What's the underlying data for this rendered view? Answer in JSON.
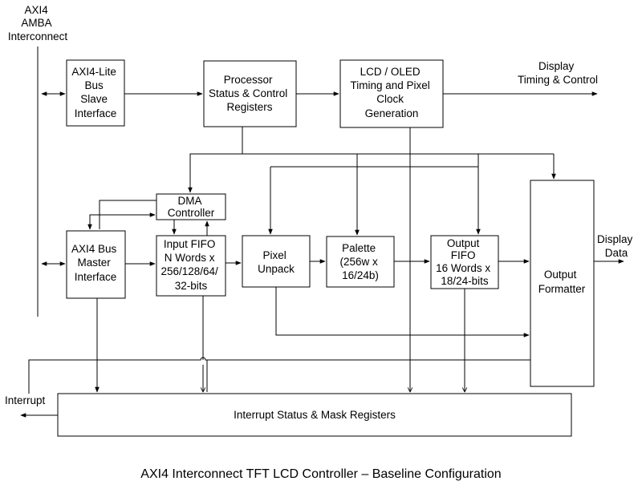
{
  "axi_label": [
    "AXI4",
    "AMBA",
    "Interconnect"
  ],
  "blocks": {
    "axi_lite": [
      "AXI4-Lite",
      "Bus",
      "Slave",
      "Interface"
    ],
    "processor": [
      "Processor",
      "Status & Control",
      "Registers"
    ],
    "lcd_timing": [
      "LCD / OLED",
      "Timing and Pixel",
      "Clock",
      "Generation"
    ],
    "dma": [
      "DMA",
      "Controller"
    ],
    "axi_master": [
      "AXI4 Bus",
      "Master",
      "Interface"
    ],
    "input_fifo": [
      "Input FIFO",
      "N Words x",
      "256/128/64/",
      "32-bits"
    ],
    "pixel_unpack": [
      "Pixel",
      "Unpack"
    ],
    "palette": [
      "Palette",
      "(256w x",
      "16/24b)"
    ],
    "output_fifo": [
      "Output",
      "FIFO",
      "16 Words x",
      "18/24-bits"
    ],
    "output_formatter": [
      "Output",
      "Formatter"
    ],
    "interrupt_regs": [
      "Interrupt Status & Mask Registers"
    ]
  },
  "signals": {
    "display_timing": [
      "Display",
      "Timing & Control"
    ],
    "display_data": [
      "Display",
      "Data"
    ],
    "interrupt": "Interrupt"
  },
  "caption": "AXI4 Interconnect TFT LCD Controller – Baseline Configuration"
}
